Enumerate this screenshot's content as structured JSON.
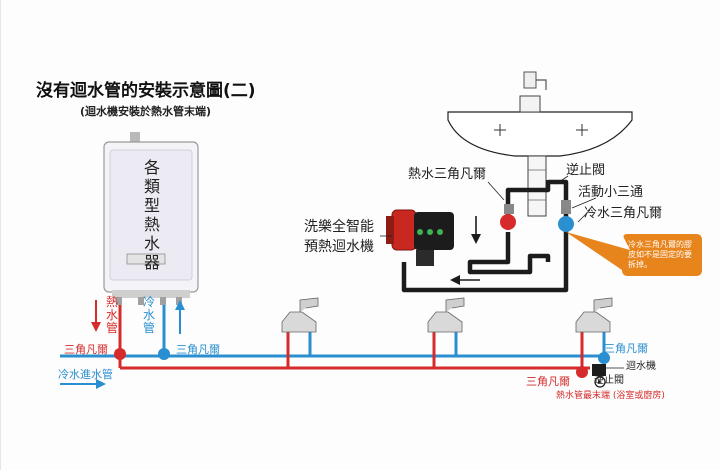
{
  "title": "沒有迴水管的安裝示意圖(二)",
  "subtitle": "(迴水機安裝於熱水管末端)",
  "heater": {
    "label": "各類型熱水器"
  },
  "labels": {
    "hot_pipe_vertical": "熱水管",
    "cold_pipe_vertical": "冷水管",
    "angle_valve_left_red": "三角凡爾",
    "angle_valve_left_blue": "三角凡爾",
    "cold_inlet": "冷水進水管",
    "hot_angle_valve": "熱水三角凡爾",
    "check_valve_top": "逆止閥",
    "movable_tee": "活動小三通",
    "cold_angle_valve": "冷水三角凡爾",
    "pump_line1": "洗樂全智能",
    "pump_line2": "預熱迴水機",
    "angle_valve_bottom_red": "三角凡爾",
    "angle_valve_bottom_blue": "三角凡爾",
    "return_machine": "迴水機",
    "check_valve_bottom": "逆止閥",
    "pipe_end": "熱水管最末端 (浴室或廚房)"
  },
  "callout": {
    "text": "冷水三角凡爾的膠皮如不是固定的要拆掉。",
    "color": "#e8841c"
  },
  "colors": {
    "hot": "#d62b2b",
    "cold": "#2a8fd0",
    "pipe_dark": "#1c1c1c",
    "accent": "#e8841c"
  }
}
